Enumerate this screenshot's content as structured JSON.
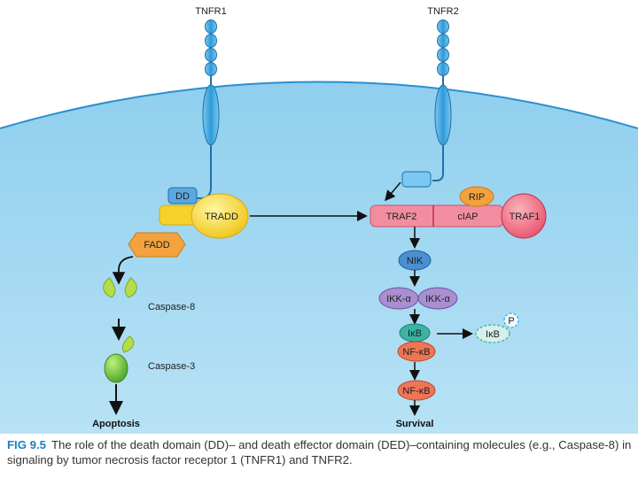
{
  "receptors": {
    "tnfr1": "TNFR1",
    "tnfr2": "TNFR2"
  },
  "left_pathway": {
    "dd": "DD",
    "tradd": "TRADD",
    "fadd": "FADD",
    "caspase8": "Caspase-8",
    "caspase3": "Caspase-3",
    "outcome": "Apoptosis"
  },
  "right_pathway": {
    "traf2": "TRAF2",
    "ciap": "cIAP",
    "traf1": "TRAF1",
    "rip": "RIP",
    "nik": "NIK",
    "ikk_a": "IKK-α",
    "ikk_b": "IKK-α",
    "ikb": "IκB",
    "ikb_p": "IκB",
    "phosphate": "P",
    "nfkb_1": "NF-κB",
    "nfkb_2": "NF-κB",
    "outcome": "Survival"
  },
  "caption": {
    "label": "FIG 9.5",
    "text": "The role of the death domain (DD)– and death effector domain (DED)–containing molecules (e.g., Caspase-8) in signaling by tumor necrosis factor receptor 1 (TNFR1) and TNFR2."
  },
  "colors": {
    "cell_fill": "#9ed6f1",
    "receptor": "#3aa5df",
    "tradd": "#f5d22a",
    "fadd": "#f4a23d",
    "traf": "#f0778b",
    "nik": "#4a8fd0",
    "ikk": "#a98fd0",
    "ikb": "#3bb3a4",
    "nfkb": "#ee7656",
    "caspase": "#9dcf3b",
    "caption_label": "#1b7fc0"
  }
}
